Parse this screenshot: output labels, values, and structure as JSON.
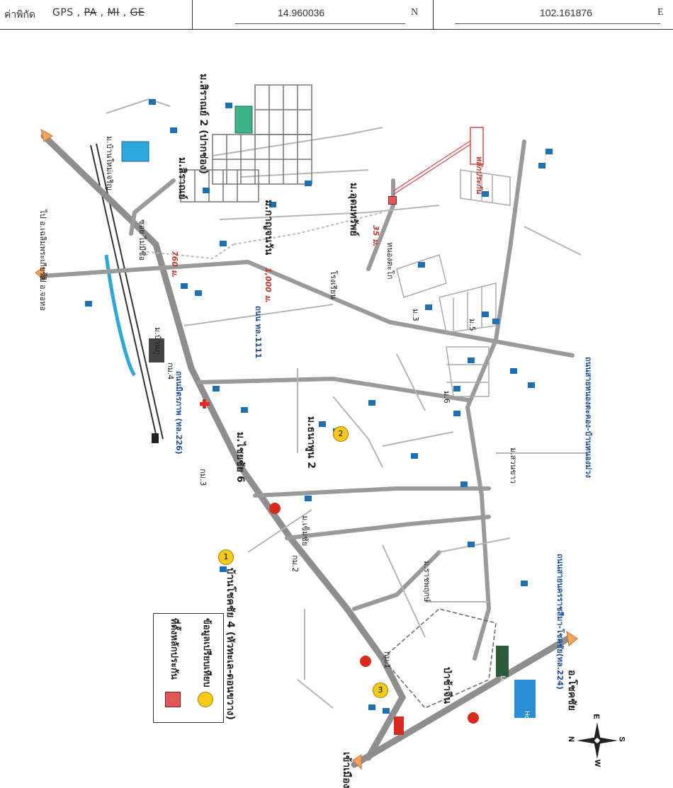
{
  "gps_bar": {
    "title": "ค่าพิกัด",
    "system": "GPS",
    "separator": ",",
    "option_pa": "PA",
    "option_mi": "MI",
    "option_ge": "GE",
    "latitude": "14.960036",
    "latitude_hemisphere": "N",
    "longitude": "102.161876",
    "longitude_hemisphere": "E"
  },
  "map": {
    "labels": {
      "to_chalerm": "ไป อ.เฉลิมพระเกียรติ",
      "to_chokchai_top": "ไป อ.จอหอ",
      "ban_top": "ม.บ้านใหม่เจริญ",
      "soi": "ซอย ไม่มีชื่อ",
      "sirat1": "ม.สิราณย์",
      "sirat2": "ม.สิราณย์ 2 (ปากช่อง)",
      "kanchanawan": "ม.กาญจนวัน",
      "udomsap": "ม.อุดมทรัพย์",
      "boundary": "หลักประกัน",
      "nongtakhong": "หนองตะโก",
      "dist_760": "760 ม.",
      "dist_1000": "1,000 ม.",
      "dist_35": "35 ม.",
      "school": "โรงเรียน",
      "ban_phu": "ม.บ้านภู",
      "km4": "กม.4",
      "road_main": "ถนนมิตรภาพ (ทล.226)",
      "road_1111": "ถนน ทล.1111",
      "road_224": "ถนนสายนครราชสีมา-โชคชัย(ทล.224)",
      "road_lower": "ถนนสายหนองตะคอง-บ้านหนองม่วง",
      "moo_3": "ม.3",
      "moo_5": "ม.5",
      "moo_6": "ม.6",
      "suan_khao": "ม.สวนขาว",
      "thanaphum2": "ม.ธนาพูน 2",
      "chokchai6": "ม.ไชยชัย 6",
      "khemchai": "ม.เข็มชัย",
      "ban_chok4": "บ้านโชคชัย 4 (หัวทะเล-ดอนขวาง)",
      "km3": "กม.3",
      "km2": "กม.2",
      "km1": "กม.1",
      "ratchaphruek": "ม.ราชพฤกษ์",
      "lotus": "LOTUS",
      "homepro": "HomePro",
      "to_chokchai_bottom": "อ.โชคชัย",
      "to_city": "เข้าเมือง",
      "pa_ruen": "ป่าช้าจีน",
      "marker_1": "1",
      "marker_2": "2",
      "marker_3": "3",
      "h_marker": "H"
    }
  },
  "legend": {
    "boundary_label": "ที่ตั้งหลักประกัน",
    "comparable_label": "ข้อมูลเปรียบเทียบ"
  },
  "compass": {
    "north": "N",
    "east": "E",
    "south": "S",
    "west": "W"
  },
  "colors": {
    "road": "#8e8e8e",
    "road_dark": "#6f6f6f",
    "house_icon": "#1f6fb3",
    "boundary_red": "#e05858",
    "comparable_yellow": "#f5cb17",
    "water": "#2ea8d8",
    "arrow_orange": "#f5a25a"
  }
}
